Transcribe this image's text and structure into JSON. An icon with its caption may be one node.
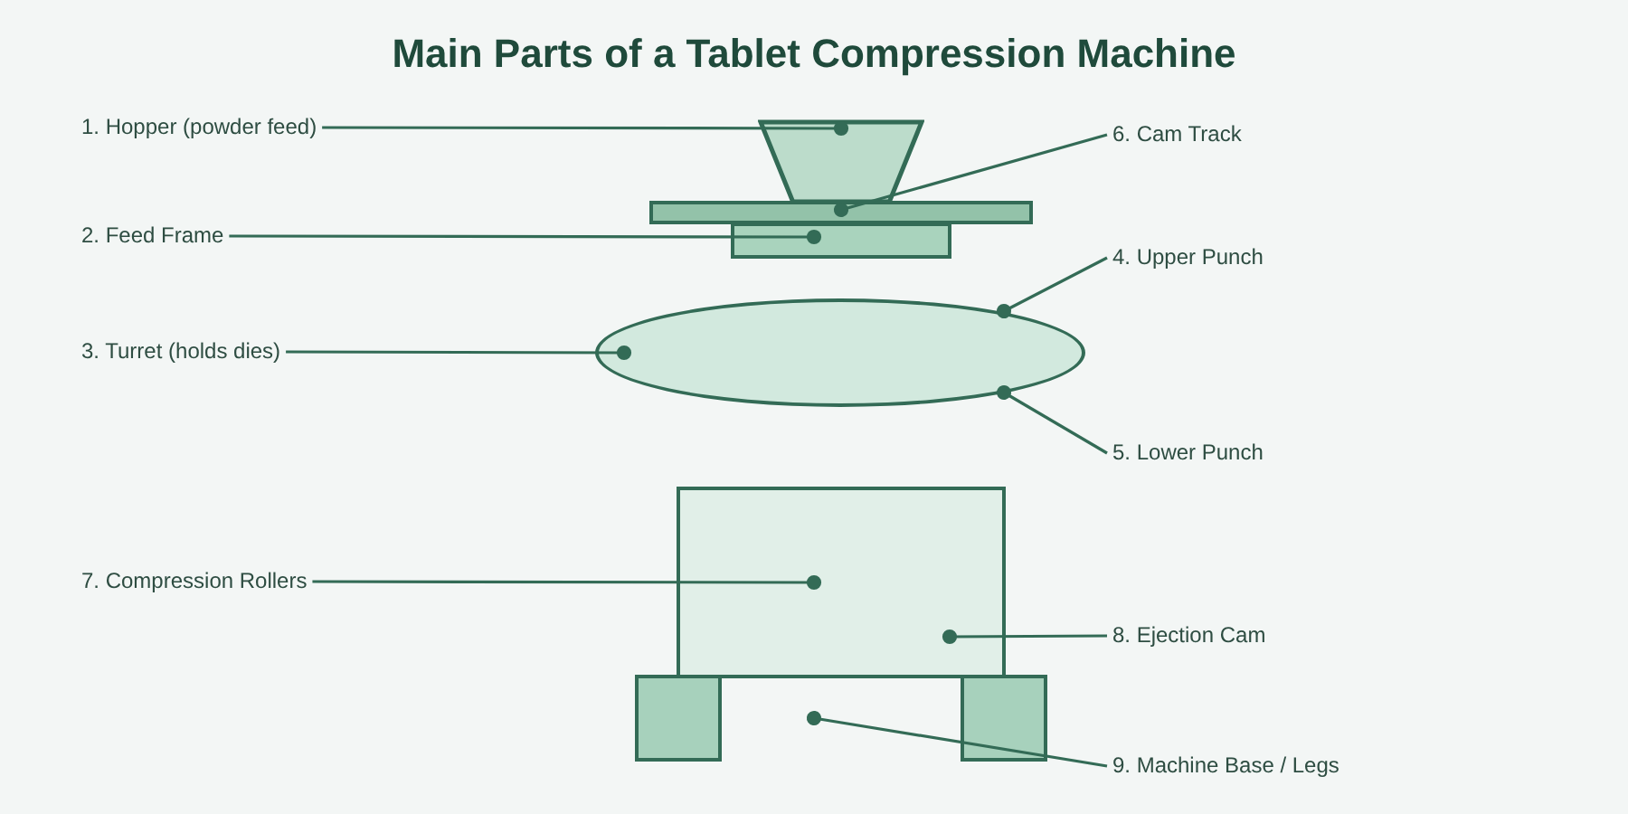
{
  "diagram": {
    "title": "Main Parts of a Tablet Compression Machine",
    "nodes": [
      {
        "text": [
          "1. Hopper (powder feed)"
        ]
      },
      {
        "text": [],
        "shape": "trapezoid"
      },
      {
        "text": [
          "6. Cam Track"
        ]
      },
      {
        "text": [],
        "shape": "bar"
      },
      {
        "text": [
          "2. Feed Frame"
        ]
      },
      {
        "text": [],
        "shape": "box"
      },
      {
        "text": [
          "4. Upper Punch"
        ]
      },
      {
        "text": [
          "3. Turret (holds dies)"
        ]
      },
      {
        "text": [],
        "shape": "ellipse"
      },
      {
        "text": [
          "5. Lower Punch"
        ]
      },
      {
        "text": [
          "7. Compression Rollers"
        ]
      },
      {
        "text": [],
        "shape": "box"
      },
      {
        "text": [
          "8. Ejection Cam"
        ]
      },
      {
        "text": [
          "9. Machine Base / Legs"
        ]
      }
    ],
    "edges": [
      {
        "from": 0,
        "to": 1,
        "arrow": "other"
      },
      {
        "from": 4,
        "to": 5,
        "arrow": "other"
      },
      {
        "from": 7,
        "to": 8,
        "arrow": "other"
      },
      {
        "from": 6,
        "to": 8,
        "arrow": "other"
      },
      {
        "from": 9,
        "to": 8,
        "arrow": "other"
      },
      {
        "from": 2,
        "to": 3,
        "arrow": "other"
      },
      {
        "from": 10,
        "to": 11,
        "arrow": "other"
      },
      {
        "from": 12,
        "to": 11,
        "arrow": "other"
      },
      {
        "from": 13,
        "to": 11,
        "arrow": "other"
      }
    ]
  }
}
